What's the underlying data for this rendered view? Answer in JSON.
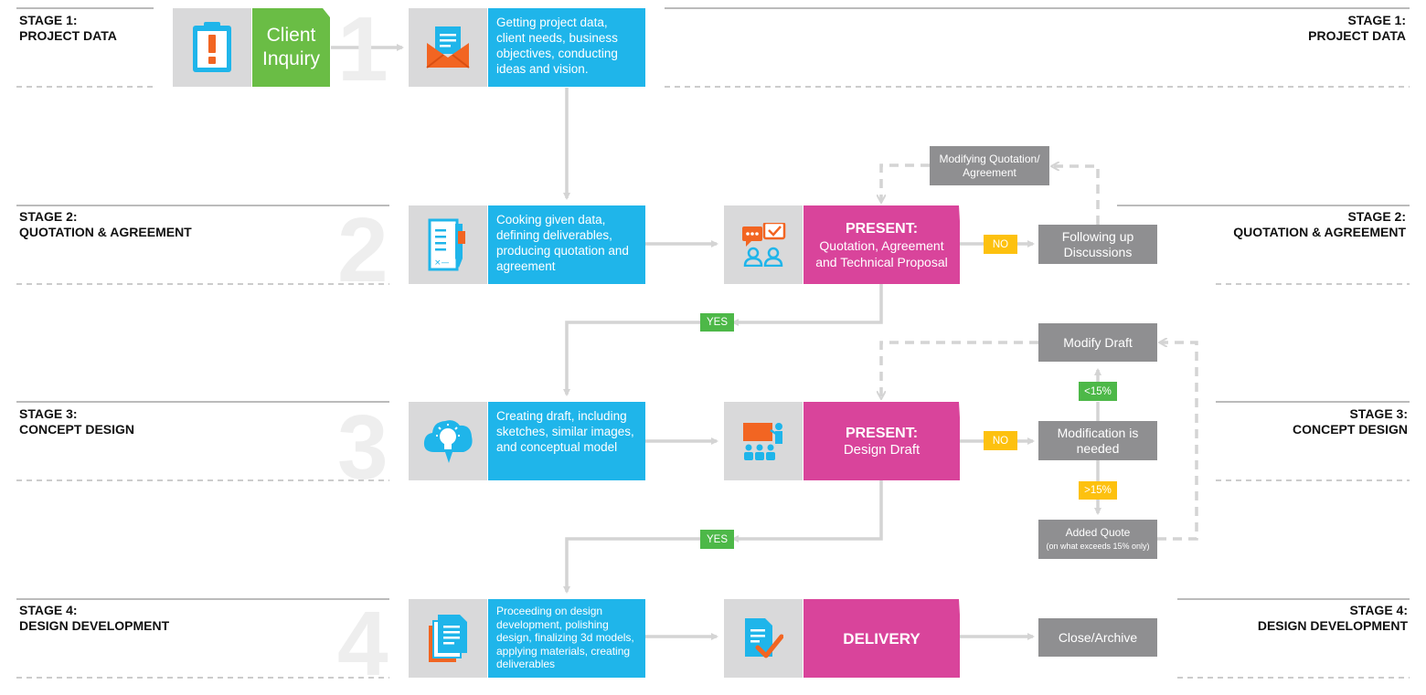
{
  "stages": [
    {
      "line1": "STAGE 1:",
      "line2": "PROJECT DATA",
      "number": "1"
    },
    {
      "line1": "STAGE 2:",
      "line2": "QUOTATION & AGREEMENT",
      "number": "2"
    },
    {
      "line1": "STAGE 3:",
      "line2": "CONCEPT DESIGN",
      "number": "3"
    },
    {
      "line1": "STAGE 4:",
      "line2": "DESIGN DEVELOPMENT",
      "number": "4"
    }
  ],
  "client_inquiry": "Client Inquiry",
  "steps": {
    "s1": "Getting project data, client needs, business objectives, conducting ideas and vision.",
    "s2": "Cooking given data, defining deliverables, producing quotation and agreement",
    "s3": "Creating draft, including sketches, similar images, and conceptual model",
    "s4": "Proceeding on design development, polishing design, finalizing 3d models, applying materials, creating deliverables"
  },
  "present1": {
    "title": "PRESENT:",
    "sub": "Quotation, Agreement and Technical Proposal"
  },
  "present2": {
    "title": "PRESENT:",
    "sub": "Design Draft"
  },
  "delivery": "DELIVERY",
  "grey": {
    "modifying": "Modifying Quotation/ Agreement",
    "following": "Following up Discussions",
    "modify_draft": "Modify Draft",
    "modification": "Modification is needed",
    "added_quote": "Added Quote",
    "added_quote_note": "(on what exceeds 15% only)",
    "close": "Close/Archive"
  },
  "tags": {
    "yes": "YES",
    "no": "NO",
    "lt15": "<15%",
    "gt15": ">15%"
  },
  "colors": {
    "blue": "#1fb5ea",
    "pink": "#d9449b",
    "grey": "#8f8f91",
    "green": "#6abd45",
    "yes": "#4db848",
    "no": "#fdc10f",
    "orange": "#f26522",
    "arrow": "#d4d4d4"
  }
}
